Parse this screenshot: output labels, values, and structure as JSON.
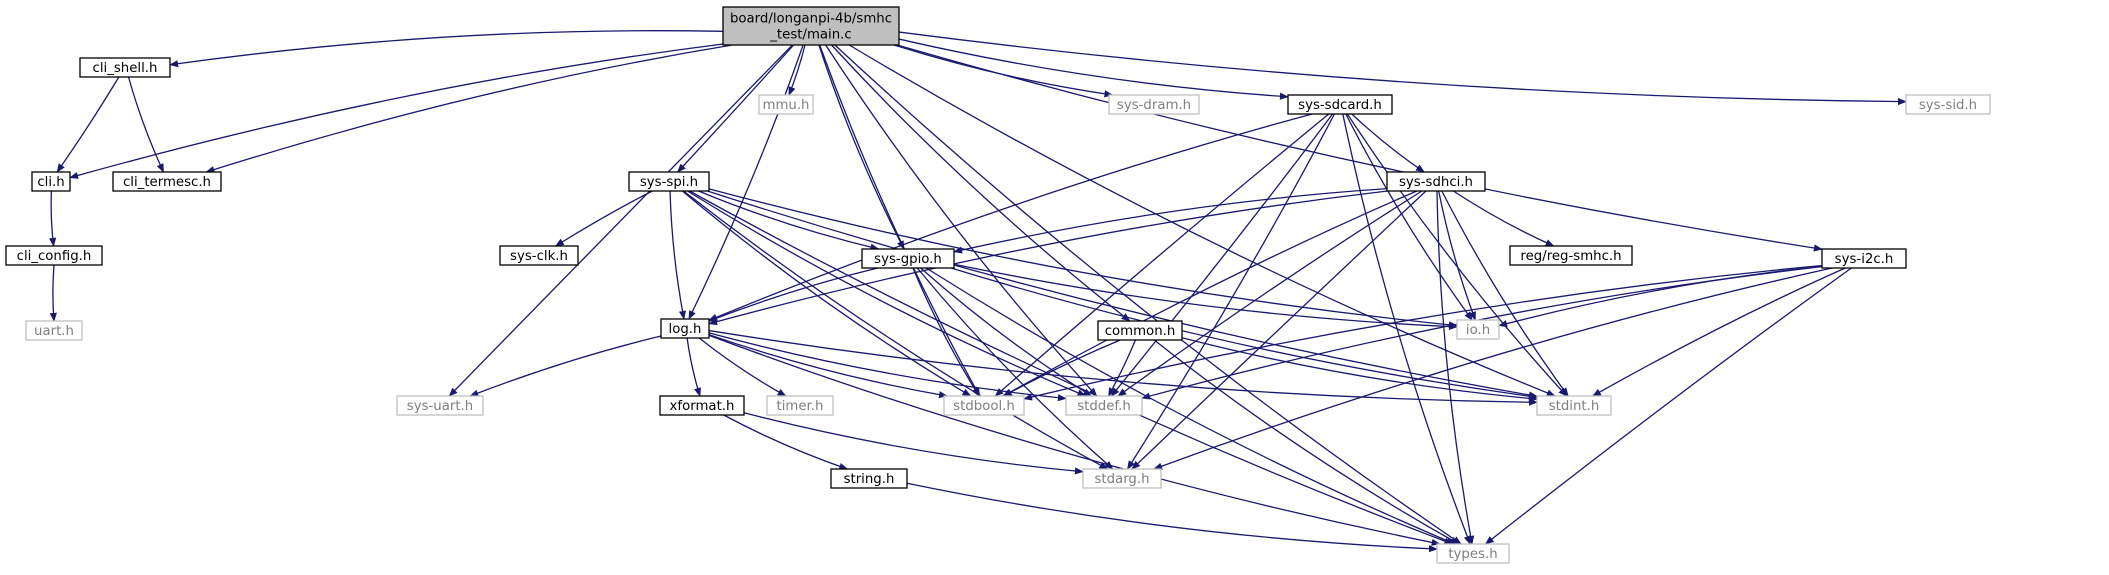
{
  "colors": {
    "edge": "#191970",
    "node_border": "#000000",
    "missing_border": "#bfbfbf",
    "root_fill": "#bfbfbf",
    "text": "#000000",
    "missing_text": "#7f7f7f"
  },
  "nodes": [
    {
      "id": "main_c",
      "lines": [
        "board/longanpi-4b/smhc",
        "_test/main.c"
      ],
      "kind": "root"
    },
    {
      "id": "cli_shell_h",
      "lines": [
        "cli_shell.h"
      ],
      "kind": "file"
    },
    {
      "id": "cli_h",
      "lines": [
        "cli.h"
      ],
      "kind": "file"
    },
    {
      "id": "cli_termesc_h",
      "lines": [
        "cli_termesc.h"
      ],
      "kind": "file"
    },
    {
      "id": "cli_config_h",
      "lines": [
        "cli_config.h"
      ],
      "kind": "file"
    },
    {
      "id": "uart_h",
      "lines": [
        "uart.h"
      ],
      "kind": "missing"
    },
    {
      "id": "mmu_h",
      "lines": [
        "mmu.h"
      ],
      "kind": "missing"
    },
    {
      "id": "sys_dram_h",
      "lines": [
        "sys-dram.h"
      ],
      "kind": "missing"
    },
    {
      "id": "sys_sdcard_h",
      "lines": [
        "sys-sdcard.h"
      ],
      "kind": "file"
    },
    {
      "id": "sys_sid_h",
      "lines": [
        "sys-sid.h"
      ],
      "kind": "missing"
    },
    {
      "id": "sys_spi_h",
      "lines": [
        "sys-spi.h"
      ],
      "kind": "file"
    },
    {
      "id": "sys_clk_h",
      "lines": [
        "sys-clk.h"
      ],
      "kind": "file"
    },
    {
      "id": "sys_sdhci_h",
      "lines": [
        "sys-sdhci.h"
      ],
      "kind": "file"
    },
    {
      "id": "reg_smhc_h",
      "lines": [
        "reg/reg-smhc.h"
      ],
      "kind": "file"
    },
    {
      "id": "sys_gpio_h",
      "lines": [
        "sys-gpio.h"
      ],
      "kind": "file"
    },
    {
      "id": "sys_i2c_h",
      "lines": [
        "sys-i2c.h"
      ],
      "kind": "file"
    },
    {
      "id": "io_h",
      "lines": [
        "io.h"
      ],
      "kind": "missing"
    },
    {
      "id": "log_h",
      "lines": [
        "log.h"
      ],
      "kind": "file"
    },
    {
      "id": "common_h",
      "lines": [
        "common.h"
      ],
      "kind": "file"
    },
    {
      "id": "sys_uart_h",
      "lines": [
        "sys-uart.h"
      ],
      "kind": "missing"
    },
    {
      "id": "xformat_h",
      "lines": [
        "xformat.h"
      ],
      "kind": "file"
    },
    {
      "id": "timer_h",
      "lines": [
        "timer.h"
      ],
      "kind": "missing"
    },
    {
      "id": "stdbool_h",
      "lines": [
        "stdbool.h"
      ],
      "kind": "missing"
    },
    {
      "id": "stddef_h",
      "lines": [
        "stddef.h"
      ],
      "kind": "missing"
    },
    {
      "id": "stdint_h",
      "lines": [
        "stdint.h"
      ],
      "kind": "missing"
    },
    {
      "id": "string_h",
      "lines": [
        "string.h"
      ],
      "kind": "file"
    },
    {
      "id": "stdarg_h",
      "lines": [
        "stdarg.h"
      ],
      "kind": "missing"
    },
    {
      "id": "types_h",
      "lines": [
        "types.h"
      ],
      "kind": "missing"
    }
  ],
  "edges": [
    [
      "main_c",
      "cli_shell_h"
    ],
    [
      "main_c",
      "cli_h"
    ],
    [
      "main_c",
      "cli_termesc_h"
    ],
    [
      "main_c",
      "mmu_h"
    ],
    [
      "main_c",
      "sys_dram_h"
    ],
    [
      "main_c",
      "sys_sdcard_h"
    ],
    [
      "main_c",
      "sys_sid_h"
    ],
    [
      "main_c",
      "sys_spi_h"
    ],
    [
      "main_c",
      "sys_gpio_h"
    ],
    [
      "main_c",
      "sys_i2c_h"
    ],
    [
      "main_c",
      "log_h"
    ],
    [
      "main_c",
      "common_h"
    ],
    [
      "main_c",
      "sys_uart_h"
    ],
    [
      "main_c",
      "stdbool_h"
    ],
    [
      "main_c",
      "stddef_h"
    ],
    [
      "main_c",
      "stdint_h"
    ],
    [
      "main_c",
      "types_h"
    ],
    [
      "cli_shell_h",
      "cli_h"
    ],
    [
      "cli_shell_h",
      "cli_termesc_h"
    ],
    [
      "cli_h",
      "cli_config_h"
    ],
    [
      "cli_config_h",
      "uart_h"
    ],
    [
      "sys_sdcard_h",
      "sys_sdhci_h"
    ],
    [
      "sys_sdcard_h",
      "log_h"
    ],
    [
      "sys_sdcard_h",
      "io_h"
    ],
    [
      "sys_sdcard_h",
      "stdbool_h"
    ],
    [
      "sys_sdcard_h",
      "stddef_h"
    ],
    [
      "sys_sdcard_h",
      "stdint_h"
    ],
    [
      "sys_sdcard_h",
      "stdarg_h"
    ],
    [
      "sys_sdcard_h",
      "types_h"
    ],
    [
      "sys_sdhci_h",
      "reg_smhc_h"
    ],
    [
      "sys_sdhci_h",
      "sys_gpio_h"
    ],
    [
      "sys_sdhci_h",
      "log_h"
    ],
    [
      "sys_sdhci_h",
      "io_h"
    ],
    [
      "sys_sdhci_h",
      "stdbool_h"
    ],
    [
      "sys_sdhci_h",
      "stddef_h"
    ],
    [
      "sys_sdhci_h",
      "stdint_h"
    ],
    [
      "sys_sdhci_h",
      "stdarg_h"
    ],
    [
      "sys_sdhci_h",
      "types_h"
    ],
    [
      "sys_spi_h",
      "sys_clk_h"
    ],
    [
      "sys_spi_h",
      "sys_gpio_h"
    ],
    [
      "sys_spi_h",
      "log_h"
    ],
    [
      "sys_spi_h",
      "io_h"
    ],
    [
      "sys_spi_h",
      "stdbool_h"
    ],
    [
      "sys_spi_h",
      "stddef_h"
    ],
    [
      "sys_spi_h",
      "stdint_h"
    ],
    [
      "sys_spi_h",
      "stdarg_h"
    ],
    [
      "sys_spi_h",
      "types_h"
    ],
    [
      "sys_gpio_h",
      "log_h"
    ],
    [
      "sys_gpio_h",
      "io_h"
    ],
    [
      "sys_gpio_h",
      "stdbool_h"
    ],
    [
      "sys_gpio_h",
      "stddef_h"
    ],
    [
      "sys_gpio_h",
      "stdint_h"
    ],
    [
      "sys_gpio_h",
      "stdarg_h"
    ],
    [
      "sys_gpio_h",
      "types_h"
    ],
    [
      "sys_i2c_h",
      "io_h"
    ],
    [
      "sys_i2c_h",
      "stdbool_h"
    ],
    [
      "sys_i2c_h",
      "stddef_h"
    ],
    [
      "sys_i2c_h",
      "stdint_h"
    ],
    [
      "sys_i2c_h",
      "stdarg_h"
    ],
    [
      "sys_i2c_h",
      "types_h"
    ],
    [
      "log_h",
      "sys_uart_h"
    ],
    [
      "log_h",
      "xformat_h"
    ],
    [
      "log_h",
      "timer_h"
    ],
    [
      "log_h",
      "stdbool_h"
    ],
    [
      "log_h",
      "stddef_h"
    ],
    [
      "log_h",
      "stdint_h"
    ],
    [
      "log_h",
      "types_h"
    ],
    [
      "common_h",
      "stdbool_h"
    ],
    [
      "common_h",
      "stddef_h"
    ],
    [
      "common_h",
      "stdint_h"
    ],
    [
      "common_h",
      "types_h"
    ],
    [
      "xformat_h",
      "string_h"
    ],
    [
      "xformat_h",
      "stdarg_h"
    ],
    [
      "string_h",
      "types_h"
    ]
  ]
}
